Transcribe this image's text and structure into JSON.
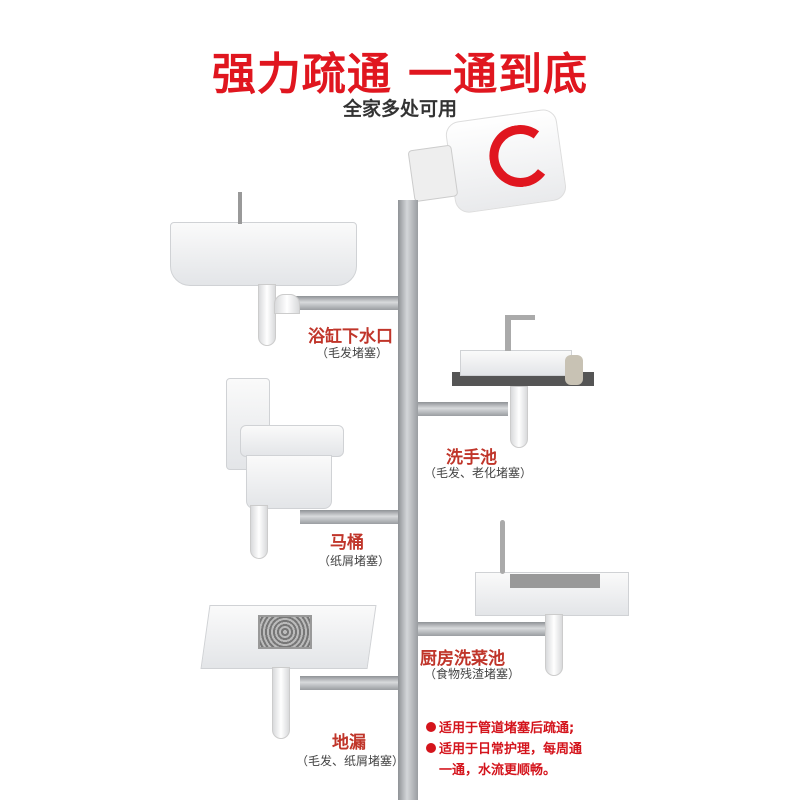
{
  "title": "强力疏通 一通到底",
  "subtitle": "全家多处可用",
  "locations": [
    {
      "name": "浴缸下水口",
      "note": "（毛发堵塞）"
    },
    {
      "name": "洗手池",
      "note": "（毛发、老化堵塞）"
    },
    {
      "name": "马桶",
      "note": "（纸屑堵塞）"
    },
    {
      "name": "厨房洗菜池",
      "note": "（食物残渣堵塞）"
    },
    {
      "name": "地漏",
      "note": "（毛发、纸屑堵塞）"
    }
  ],
  "bullets": [
    "适用于管道堵塞后疏通;",
    "适用于日常护理，每周通",
    "一通，水流更顺畅。"
  ],
  "colors": {
    "accent": "#e0161f"
  }
}
